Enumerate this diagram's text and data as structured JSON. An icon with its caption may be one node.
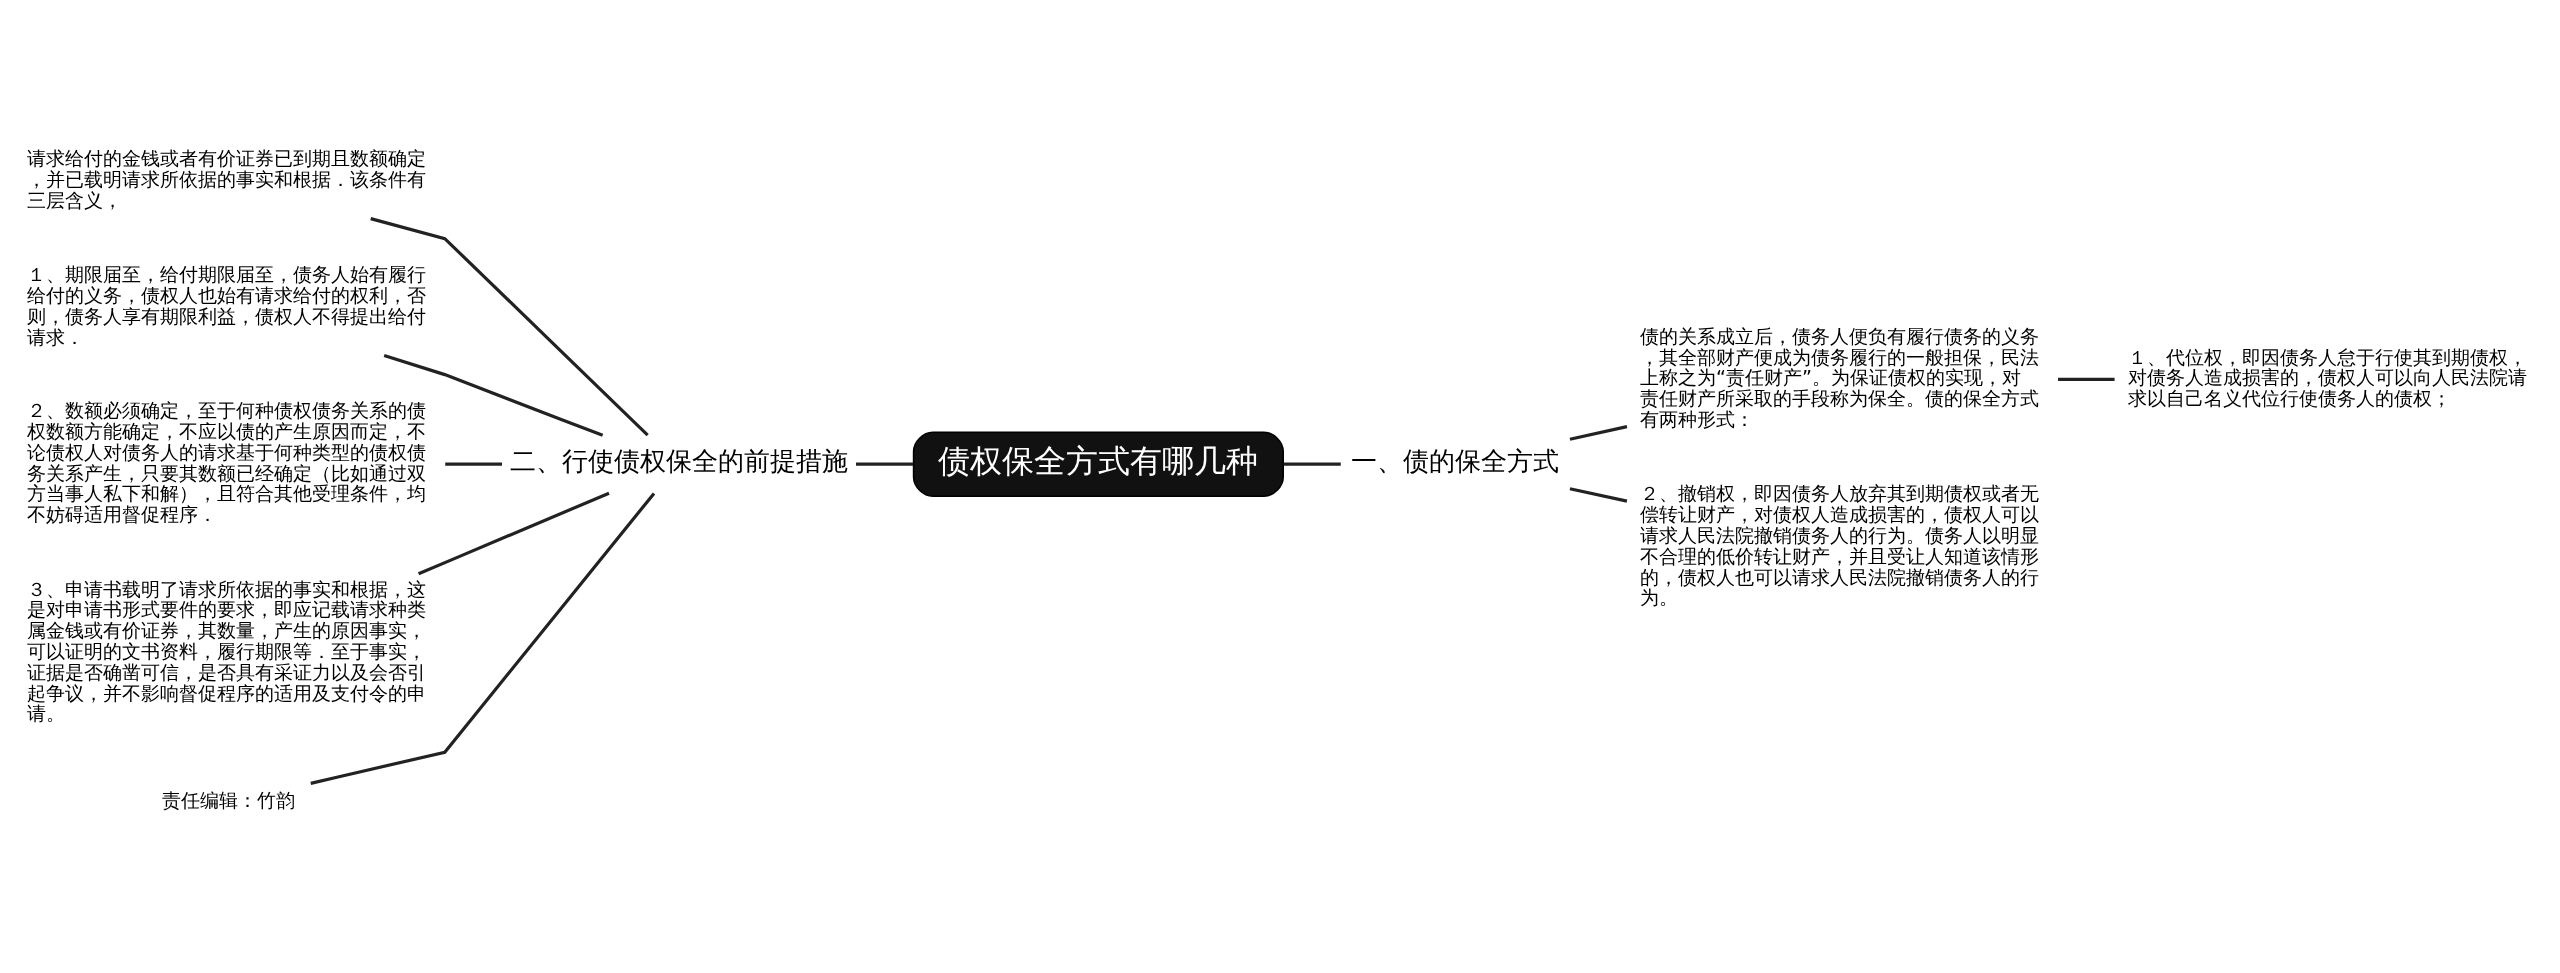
{
  "diagram": {
    "nodes": [
      {
        "text": [
          "债权保全方式有哪几种"
        ]
      },
      {
        "text": [
          "一、债的保全方式"
        ]
      },
      {
        "text": [
          "债的关系成立后，债务人便负有履行债务的义务，其全部财产便成为债务履行的一般担保，民法上称之为“责任财产”。为保证债权的实现，对责任财产所采取的手段称为保全。债的保全方式有两种形式："
        ]
      },
      {
        "text": [
          "１、代位权，即因债务人怠于行使其到期债权，对债务人造成损害的，债权人可以向人民法院请求以自己名义代位行使债务人的债权；"
        ]
      },
      {
        "text": [
          "２、撤销权，即因债务人放弃其到期债权或者无偿转让财产，对债权人造成损害的，债权人可以请求人民法院撤销债务人的行为。债务人以明显不合理的低价转让财产，并且受让人知道该情形的，债权人也可以请求人民法院撤销债务人的行为。"
        ]
      },
      {
        "text": [
          "二、行使债权保全的前提措施"
        ]
      },
      {
        "text": [
          "请求给付的金钱或者有价证券已到期且数额确定，并已载明请求所依据的事实和根据．该条件有三层含义，"
        ]
      },
      {
        "text": [
          "１、期限届至，给付期限届至，债务人始有履行给付的义务，债权人也始有请求给付的权利，否则，债务人享有期限利益，债权人不得提出给付请求．"
        ]
      },
      {
        "text": [
          "２、数额必须确定，至于何种债权债务关系的债权数额方能确定，不应以债的产生原因而定，不论债权人对债务人的请求基于何种类型的债权债务关系产生，只要其数额已经确定（比如通过双方当事人私下和解），且符合其他受理条件，均不妨碍适用督促程序．"
        ]
      },
      {
        "text": [
          "３、申请书载明了请求所依据的事实和根据，这是对申请书形式要件的要求，即应记载请求种类属金钱或有价证券，其数量，产生的原因事实，可以证明的文书资料，履行期限等．至于事实，证据是否确凿可信，是否具有采证力以及会否引起争议，并不影响督促程序的适用及支付令的申请。"
        ]
      },
      {
        "text": [
          "责任编辑：竹韵"
        ]
      }
    ],
    "edges": [
      {
        "from": 0,
        "to": 1,
        "arrow": "none"
      },
      {
        "from": 1,
        "to": 2,
        "arrow": "none"
      },
      {
        "from": 2,
        "to": 3,
        "arrow": "none"
      },
      {
        "from": 1,
        "to": 4,
        "arrow": "none"
      },
      {
        "from": 0,
        "to": 5,
        "arrow": "none"
      },
      {
        "from": 5,
        "to": 6,
        "arrow": "none"
      },
      {
        "from": 5,
        "to": 7,
        "arrow": "none"
      },
      {
        "from": 5,
        "to": 8,
        "arrow": "none"
      },
      {
        "from": 5,
        "to": 9,
        "arrow": "none"
      },
      {
        "from": 5,
        "to": 10,
        "arrow": "none"
      }
    ]
  }
}
